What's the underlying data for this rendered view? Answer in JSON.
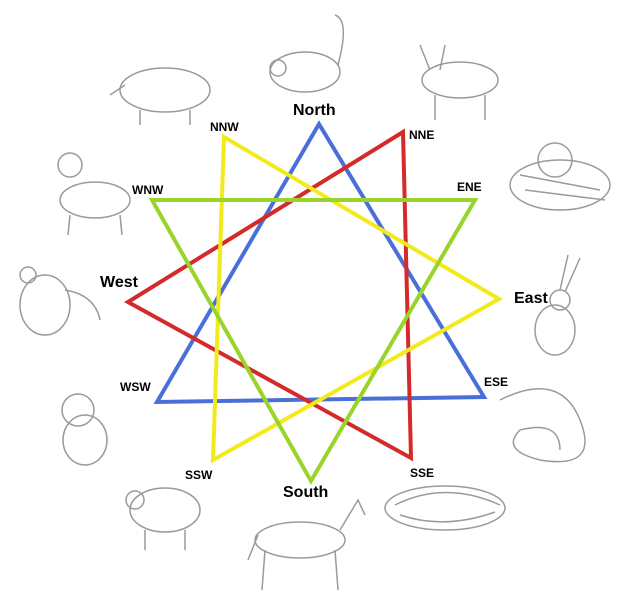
{
  "colors": {
    "blue": "#4a6fd8",
    "red": "#d42a2a",
    "yellow": "#f2ea1a",
    "green": "#99d42a",
    "sketch": "#9a9a9a"
  },
  "directions": {
    "north": "North",
    "nne": "NNE",
    "ene": "ENE",
    "east": "East",
    "ese": "ESE",
    "sse": "SSE",
    "south": "South",
    "ssw": "SSW",
    "wsw": "WSW",
    "west": "West",
    "wnw": "WNW",
    "nnw": "NNW"
  },
  "animals": [
    "rat-icon",
    "ox-icon",
    "tiger-icon",
    "rabbit-icon",
    "dragon-icon",
    "snake-icon",
    "horse-icon",
    "sheep-icon",
    "monkey-icon",
    "rooster-icon",
    "dog-icon",
    "pig-icon"
  ]
}
